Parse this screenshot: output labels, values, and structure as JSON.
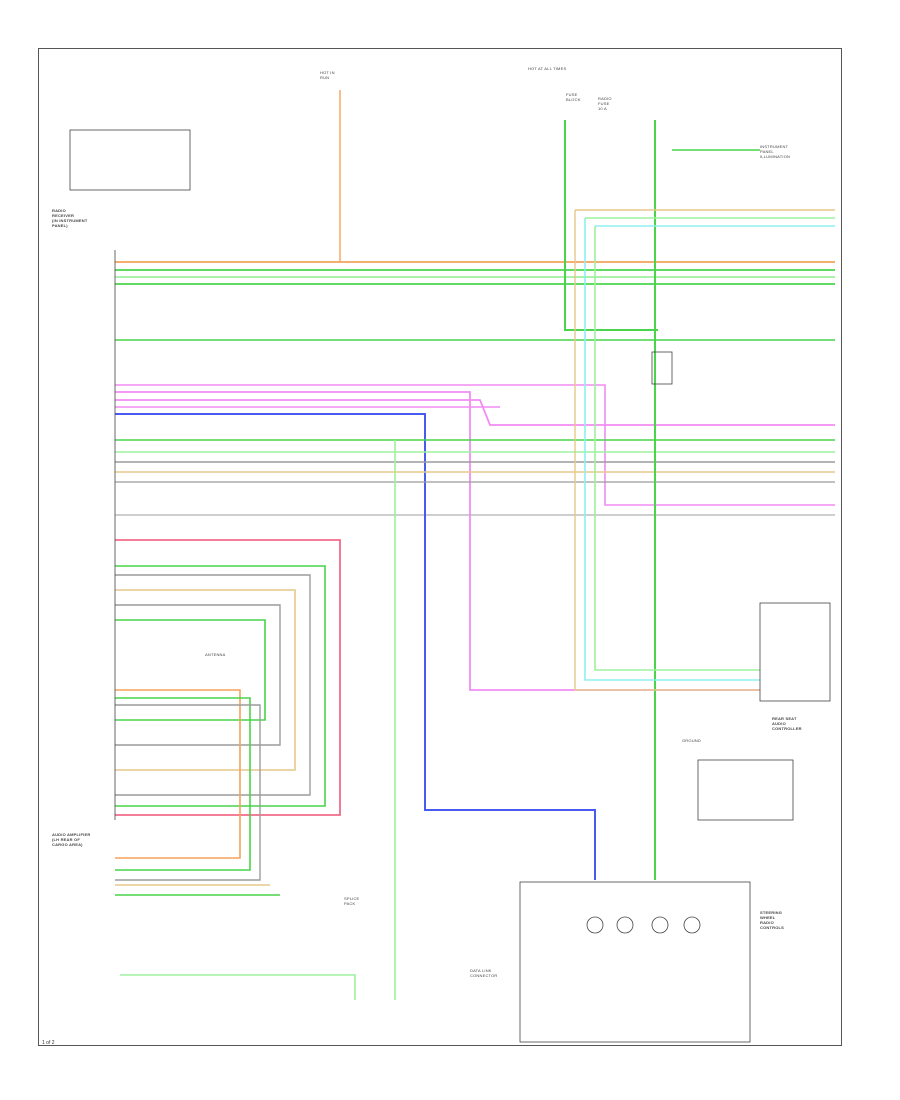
{
  "labels": {
    "radio": "RADIO\nRECEIVER\n(IN INSTRUMENT\nPANEL)",
    "hot_in_run": "HOT IN\nRUN",
    "hot_at_all": "HOT AT ALL TIMES",
    "fuse_block": "FUSE\nBLOCK",
    "radio_fuse": "RADIO\nFUSE\n10 A",
    "illum": "INSTRUMENT\nPANEL\nILLUMINATION",
    "ground": "GROUND",
    "antenna": "ANTENNA",
    "steering_controls": "STEERING\nWHEEL\nRADIO\nCONTROLS",
    "data_link": "DATA LINK\nCONNECTOR",
    "rear_seat": "REAR SEAT\nAUDIO\nCONTROLLER",
    "amplifier": "AUDIO AMPLIFIER\n(LH REAR OF\nCARGO AREA)",
    "splice_pack": "SPLICE\nPACK",
    "page": "1 of 2"
  },
  "colors": {
    "orange": "#f5a25a",
    "green": "#49d449",
    "light_green": "#9ff09f",
    "cyan": "#8ef0f0",
    "magenta": "#f28cf2",
    "blue": "#4a5af0",
    "red": "#f26b8a",
    "gray": "#9c9c9c",
    "tan": "#e6c98c",
    "dark": "#444444"
  }
}
